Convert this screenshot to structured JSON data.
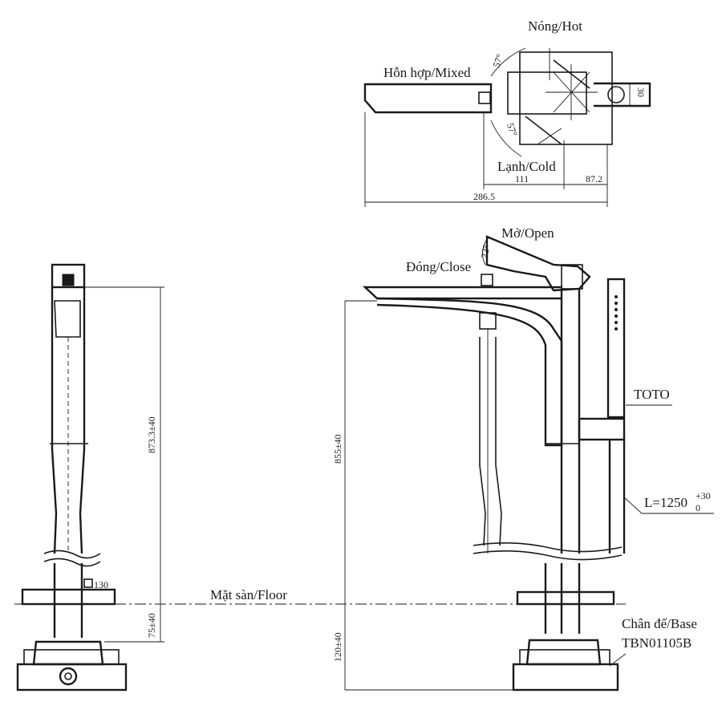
{
  "labels": {
    "hot": "Nóng/Hot",
    "mixed": "Hỗn hợp/Mixed",
    "cold": "Lạnh/Cold",
    "open": "Mở/Open",
    "close": "Đóng/Close",
    "floor": "Mặt sàn/Floor",
    "brand": "TOTO",
    "base_line1": "Chân đế/Base",
    "base_line2": "TBN01105B",
    "hose_length": "L=1250",
    "hose_tol_upper": "+30",
    "hose_tol_lower": "0"
  },
  "dimensions": {
    "angle_hot": "57°",
    "angle_cold": "57°",
    "angle_open": "22°",
    "d_111": "111",
    "d_87_2": "87.2",
    "d_286_5": "286.5",
    "d_30_top": "30",
    "d_130": "130",
    "d_873": "873.3±40",
    "d_855": "855±40",
    "d_75": "75±40",
    "d_120": "120±40"
  }
}
